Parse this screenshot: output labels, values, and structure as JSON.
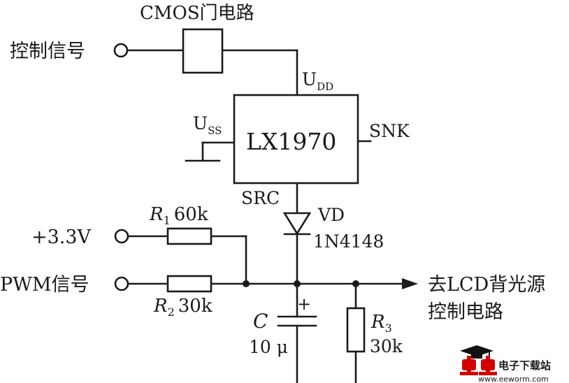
{
  "labels": {
    "cmos_gate": "CMOS门电路",
    "control_signal": "控制信号",
    "udd_main": "U",
    "udd_sub": "DD",
    "uss_main": "U",
    "uss_sub": "SS",
    "ic": "LX1970",
    "snk": "SNK",
    "src": "SRC",
    "vd": "VD",
    "vd_model": "1N4148",
    "r1_main": "R",
    "r1_sub": "1",
    "r1_value": "60k",
    "v_supply": "+3.3V",
    "pwm": "PWM信号",
    "r2_main": "R",
    "r2_sub": "2",
    "r2_value": "30k",
    "c_name": "C",
    "c_value": "10 μ",
    "c_plus": "+",
    "r3_main": "R",
    "r3_sub": "3",
    "r3_value": "30k",
    "output_line1": "去LCD背光源",
    "output_line2": "控制电路",
    "watermark_brand": "电子下载站",
    "watermark_url": "www.eeworm.com"
  },
  "colors": {
    "ink": "#1a1a1a",
    "watermark_red": "#d40000",
    "watermark_black": "#111111"
  }
}
